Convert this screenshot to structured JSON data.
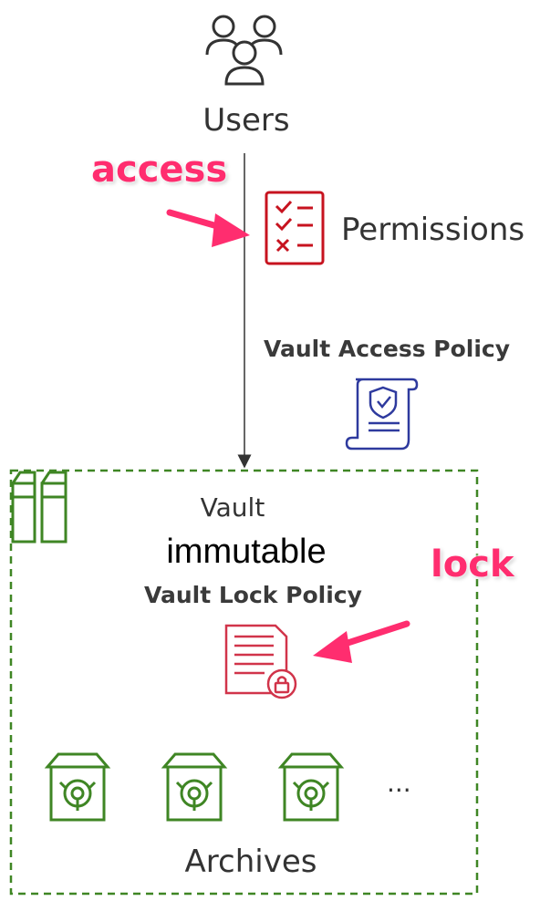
{
  "labels": {
    "users": "Users",
    "access": "access",
    "permissions": "Permissions",
    "vault_access_policy": "Vault Access Policy",
    "vault": "Vault",
    "immutable": "immutable",
    "vault_lock_policy": "Vault Lock Policy",
    "lock": "lock",
    "archives": "Archives",
    "more": "..."
  },
  "icons": {
    "users": "users-group-icon",
    "permissions": "permissions-checklist-icon",
    "vault_access_policy": "policy-document-shield-icon",
    "vault": "vault-bucket-icon",
    "vault_lock_policy": "lock-policy-document-icon",
    "archive": "archive-box-icon"
  },
  "colors": {
    "highlight": "#ff2d6f",
    "permissions_red": "#c7131f",
    "policy_blue": "#2e3a9e",
    "lock_policy_red": "#d1344a",
    "archive_green": "#3f8624",
    "vault_border": "#3f8624",
    "text": "#333333"
  }
}
